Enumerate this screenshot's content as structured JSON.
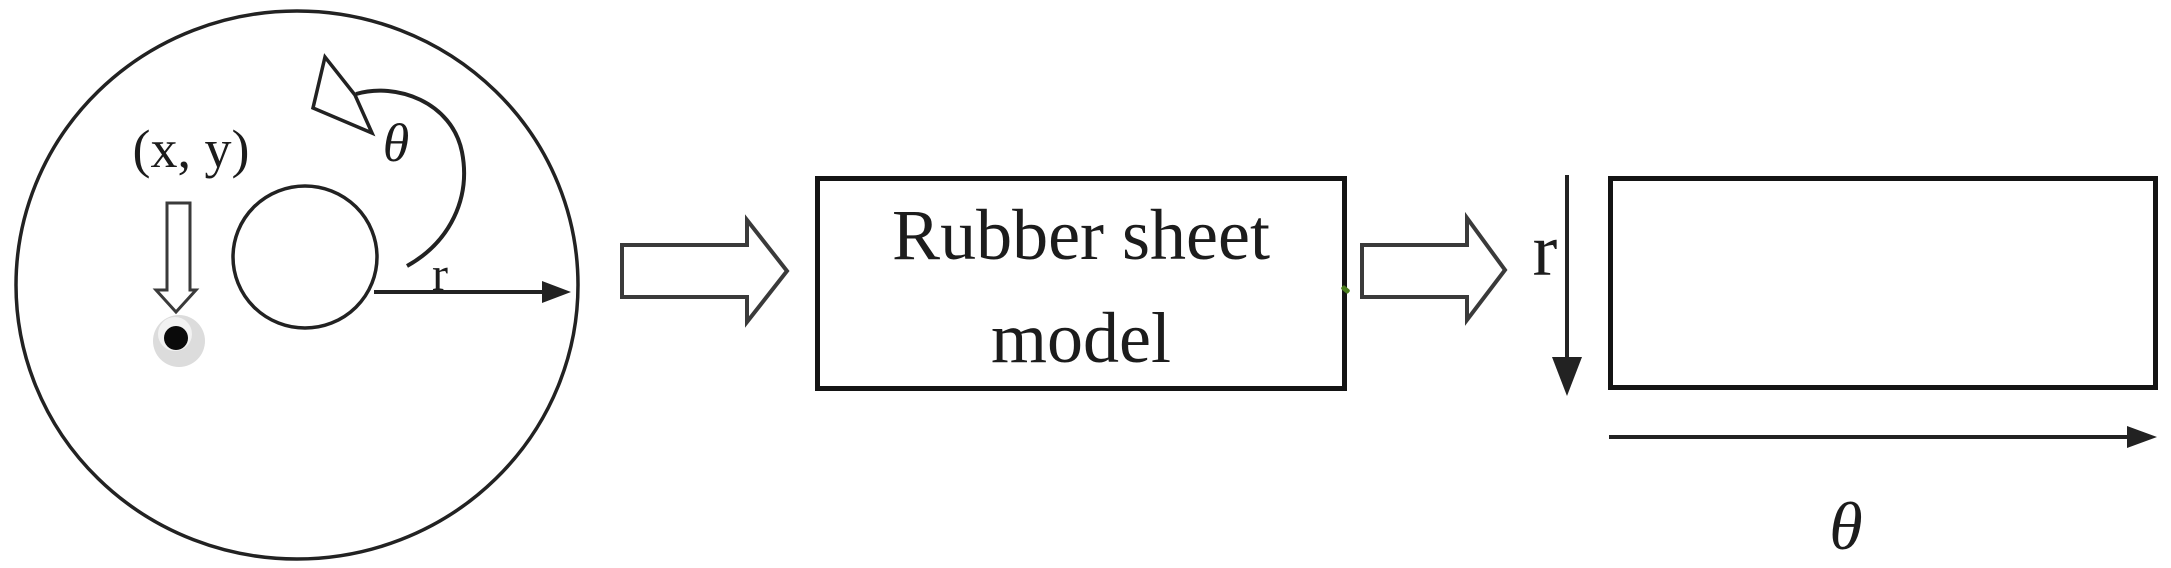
{
  "input_figure": {
    "point_label": "(x, y)",
    "angle_label": "θ",
    "radius_label": "r"
  },
  "process_box": {
    "line1": "Rubber sheet",
    "line2": "model"
  },
  "output_figure": {
    "radius_axis_label": "r",
    "angle_axis_label": "θ"
  },
  "colors": {
    "ink": "#1c1c1c",
    "line": "#222222",
    "box_border": "#141414",
    "arrow_outline": "#3a3a3a",
    "arrow_fill": "#ffffff",
    "artifact_green": "#4a7d1d",
    "background": "#ffffff"
  }
}
